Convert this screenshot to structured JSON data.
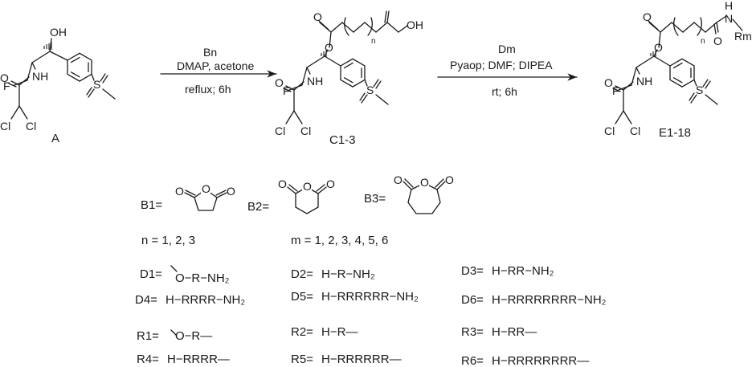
{
  "molecules": {
    "A": {
      "label": "A",
      "atoms": {
        "OH": "OH",
        "F": "F",
        "NH": "NH",
        "O": "O",
        "Cl1": "Cl",
        "Cl2": "Cl",
        "S": "S"
      }
    },
    "C": {
      "label": "C1-3",
      "atoms": {
        "Oe": "O",
        "Oc": "O",
        "OH": "OH",
        "n": "n",
        "F": "F",
        "NH": "NH",
        "O": "O",
        "Cl1": "Cl",
        "Cl2": "Cl",
        "S": "S"
      }
    },
    "E": {
      "label": "E1-18",
      "atoms": {
        "Oe": "O",
        "Oc": "O",
        "Oa": "O",
        "H": "H",
        "N": "N",
        "Rm": "Rm",
        "n": "n",
        "F": "F",
        "NH": "NH",
        "O": "O",
        "Cl1": "Cl",
        "Cl2": "Cl",
        "S": "S"
      }
    }
  },
  "arrows": {
    "step1": {
      "reagent": "Bn",
      "cond1": "DMAP,  acetone",
      "cond2": "reflux; 6h"
    },
    "step2": {
      "reagent": "Dm",
      "cond1": "Pyaop; DMF; DIPEA",
      "cond2": "rt; 6h"
    }
  },
  "anhydrides": {
    "B1": {
      "label": "B1=",
      "o": "O"
    },
    "B2": {
      "label": "B2=",
      "o": "O"
    },
    "B3": {
      "label": "B3=",
      "o": "O"
    }
  },
  "ranges": {
    "n": "n = 1, 2, 3",
    "m": "m = 1, 2, 3, 4, 5, 6"
  },
  "d_defs": [
    {
      "id": "D1",
      "label": "D1=",
      "text": "O−R−NH₂"
    },
    {
      "id": "D2",
      "label": "D2=",
      "text": "H−R−NH₂"
    },
    {
      "id": "D3",
      "label": "D3=",
      "text": "H−RR−NH₂"
    },
    {
      "id": "D4",
      "label": "D4=",
      "text": "H−RRRR−NH₂"
    },
    {
      "id": "D5",
      "label": "D5=",
      "text": "H−RRRRRR−NH₂"
    },
    {
      "id": "D6",
      "label": "D6=",
      "text": "H−RRRRRRRR−NH₂"
    }
  ],
  "r_defs": [
    {
      "id": "R1",
      "label": "R1=",
      "text": "O−R—"
    },
    {
      "id": "R2",
      "label": "R2=",
      "text": "H−R—"
    },
    {
      "id": "R3",
      "label": "R3=",
      "text": "H−RR—"
    },
    {
      "id": "R4",
      "label": "R4=",
      "text": "H−RRRR—"
    },
    {
      "id": "R5",
      "label": "R5=",
      "text": "H−RRRRRR—"
    },
    {
      "id": "R6",
      "label": "R6=",
      "text": "H−RRRRRRRR—"
    }
  ]
}
